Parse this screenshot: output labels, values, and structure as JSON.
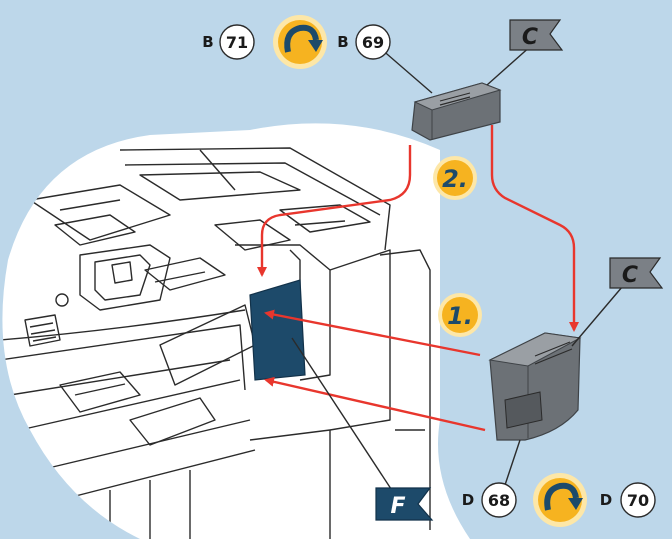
{
  "colors": {
    "background": "#bdd7ea",
    "arrow": "#e8362d",
    "badge_fill": "#f6b320",
    "badge_ring": "#fde7a8",
    "navy": "#1d4a6a",
    "part_gray": "#6c7176",
    "flag_gray": "#7b8086"
  },
  "refs": {
    "top_left": {
      "letter": "B",
      "number": "71"
    },
    "top_right": {
      "letter": "B",
      "number": "69"
    },
    "bottom_left": {
      "letter": "D",
      "number": "68"
    },
    "bottom_right": {
      "letter": "D",
      "number": "70"
    }
  },
  "steps": {
    "first": "1.",
    "second": "2."
  },
  "flags": {
    "top": "C",
    "right": "C",
    "bottom": "F"
  },
  "icons": {
    "rotate": "rotate-arrow-icon"
  }
}
